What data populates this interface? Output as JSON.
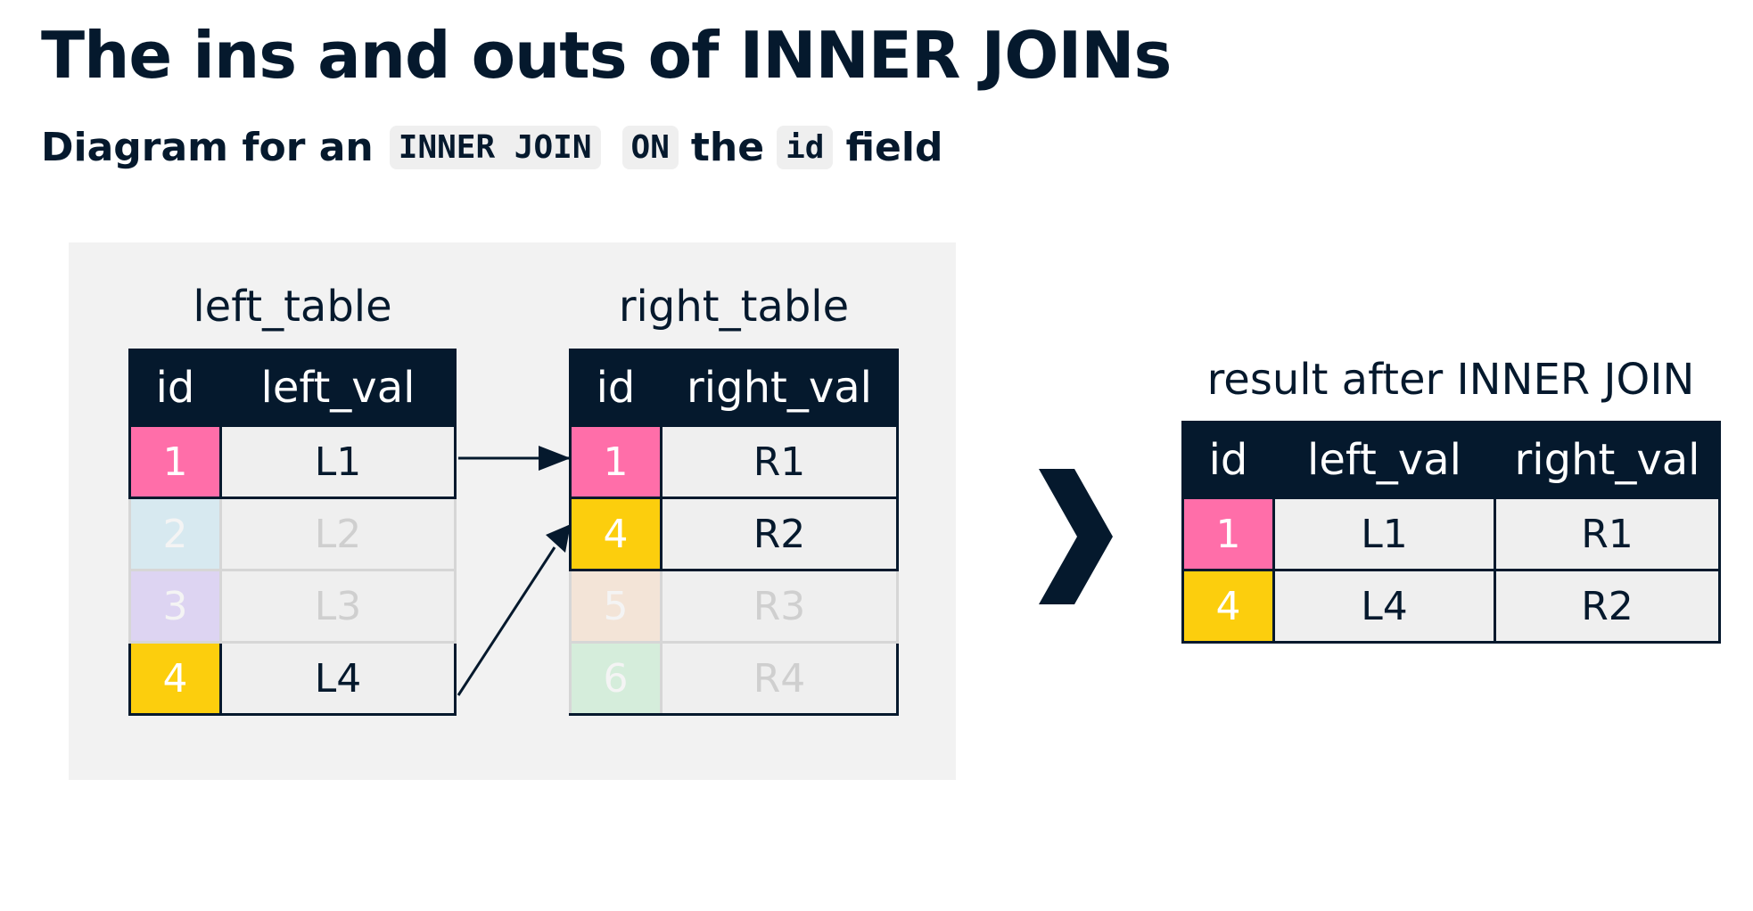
{
  "title": "The ins and outs of INNER JOINs",
  "subtitle": {
    "prefix": "Diagram for an",
    "code1": "INNER JOIN",
    "code2": "ON",
    "middle": "the",
    "code3": "id",
    "suffix": "field"
  },
  "left_table": {
    "name": "left_table",
    "headers": [
      "id",
      "left_val"
    ],
    "rows": [
      {
        "id": "1",
        "val": "L1",
        "color": "#ff6ea9",
        "matched": true
      },
      {
        "id": "2",
        "val": "L2",
        "color": "#d7e9f0",
        "matched": false
      },
      {
        "id": "3",
        "val": "L3",
        "color": "#ddd4f2",
        "matched": false
      },
      {
        "id": "4",
        "val": "L4",
        "color": "#fcce0d",
        "matched": true
      }
    ]
  },
  "right_table": {
    "name": "right_table",
    "headers": [
      "id",
      "right_val"
    ],
    "rows": [
      {
        "id": "1",
        "val": "R1",
        "color": "#ff6ea9",
        "matched": true
      },
      {
        "id": "4",
        "val": "R2",
        "color": "#fcce0d",
        "matched": true
      },
      {
        "id": "5",
        "val": "R3",
        "color": "#f3e4d7",
        "matched": false
      },
      {
        "id": "6",
        "val": "R4",
        "color": "#d5eddb",
        "matched": false
      }
    ]
  },
  "result_table": {
    "name": "result after INNER JOIN",
    "headers": [
      "id",
      "left_val",
      "right_val"
    ],
    "rows": [
      {
        "id": "1",
        "left_val": "L1",
        "right_val": "R1",
        "color": "#ff6ea9"
      },
      {
        "id": "4",
        "left_val": "L4",
        "right_val": "R2",
        "color": "#fcce0d"
      }
    ]
  },
  "icons": {
    "transition": "chevron-right-icon",
    "links": "arrow-icon"
  },
  "colors": {
    "navy": "#05192d",
    "panel": "#f2f2f2",
    "pink": "#ff6ea9",
    "yellow": "#fcce0d"
  }
}
